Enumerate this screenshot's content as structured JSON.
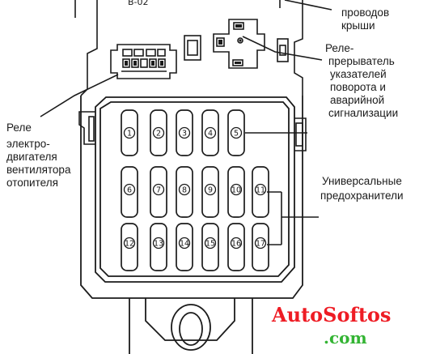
{
  "labels": {
    "roof_wiring_top": "проводов",
    "roof_wiring_bottom": "крыши",
    "turn_relay": [
      "Реле-",
      "прерыватель",
      "указателей",
      "поворота и",
      "аварийной",
      "сигнализации"
    ],
    "fan_relay": [
      "Реле",
      "электро-",
      "двигателя",
      "вентилятора",
      "отопителя"
    ],
    "universal_fuses": [
      "Универсальные",
      "предохранители"
    ],
    "top_code": "B-02"
  },
  "fuses": {
    "row1": [
      "1",
      "2",
      "3",
      "4",
      "5"
    ],
    "row2": [
      "6",
      "7",
      "8",
      "9",
      "10",
      "11"
    ],
    "row3": [
      "12",
      "13",
      "14",
      "15",
      "16",
      "17"
    ]
  },
  "watermark": {
    "line1": "AutoSoftos",
    "line2": ".com"
  },
  "colors": {
    "ink": "#1b1b1b",
    "watermark_red": "#ee1c24",
    "watermark_green": "#33b433"
  }
}
